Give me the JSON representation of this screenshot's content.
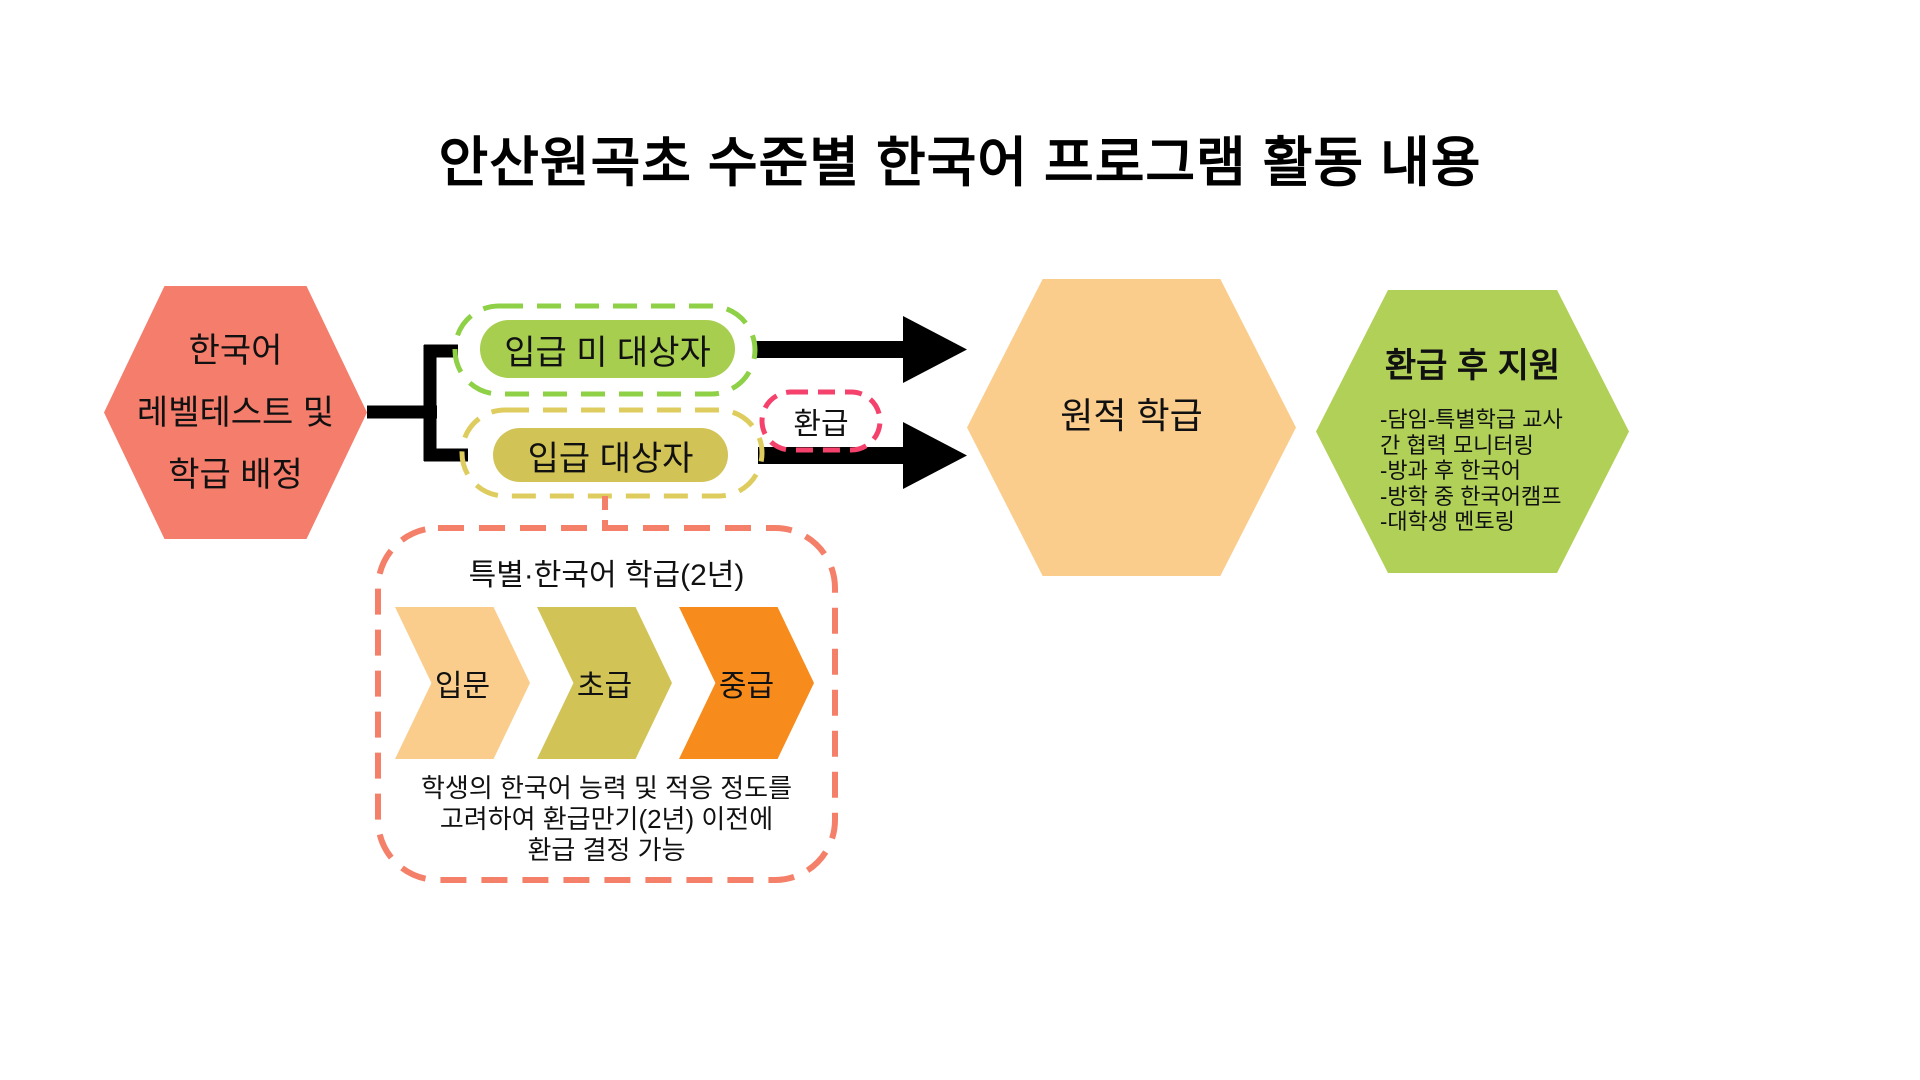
{
  "title": "안산원곡초 수준별 한국어 프로그램 활동 내용",
  "level_test": {
    "lines": [
      "한국어",
      "레벨테스트 및",
      "학급 배정"
    ]
  },
  "placement": {
    "not_target_label": "입급 미 대상자",
    "target_label": "입급 대상자"
  },
  "refund_label": "환급",
  "original_class_label": "원적 학급",
  "support": {
    "title": "환급 후 지원",
    "lines": [
      "-담임-특별학급 교사",
      " 간 협력 모니터링",
      "-방과 후 한국어",
      "-방학 중 한국어캠프",
      "-대학생 멘토링"
    ]
  },
  "special_class": {
    "title": "특별·한국어 학급(2년)",
    "levels": [
      {
        "label": "입문",
        "color": "#FACD8D"
      },
      {
        "label": "초급",
        "color": "#D1C356"
      },
      {
        "label": "중급",
        "color": "#F78B1B"
      }
    ],
    "note": [
      "학생의 한국어 능력 및 적응 정도를",
      "고려하여 환급만기(2년) 이전에",
      "환급 결정 가능"
    ]
  },
  "colors": {
    "level_test_hexagon": "#F47D6C",
    "pill_not_target_fill": "#A7CE4F",
    "pill_not_target_border": "#8ED046",
    "pill_target_fill": "#D1C356",
    "pill_target_border": "#DECD5E",
    "refund_border": "#F4426C",
    "original_class_hexagon": "#FACD8D",
    "support_hexagon": "#B0D057",
    "special_box_border": "#F4806A",
    "connector_arrow": "#000000"
  }
}
